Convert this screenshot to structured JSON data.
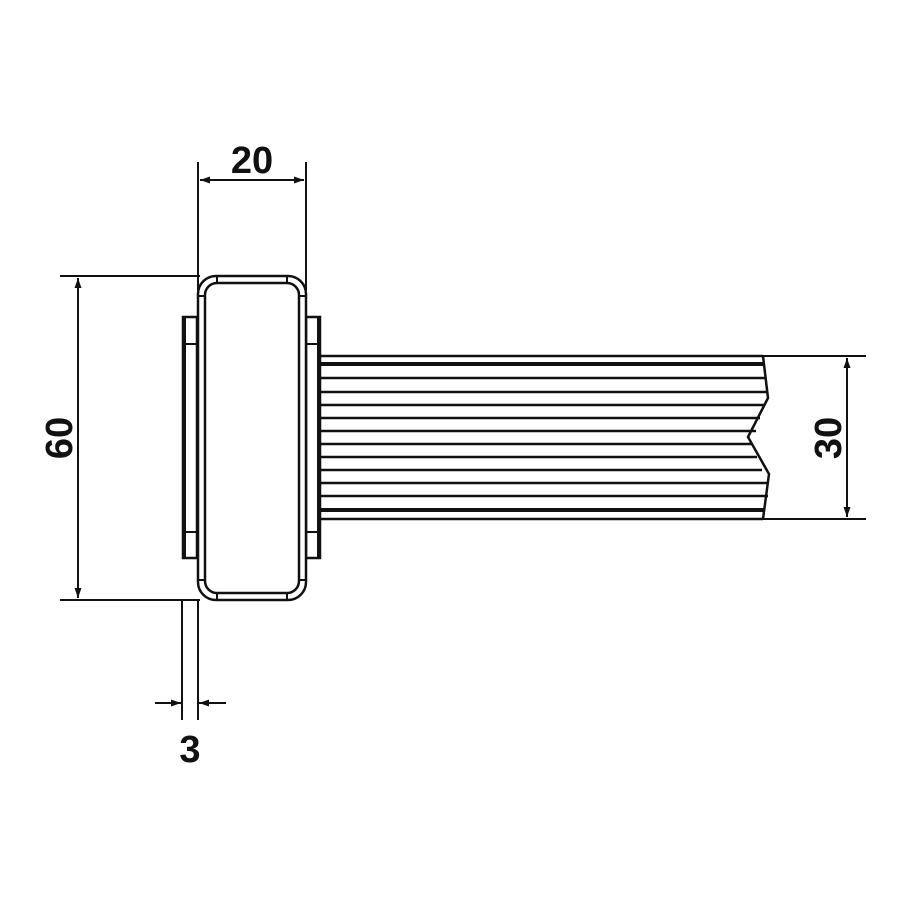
{
  "drawing": {
    "type": "technical-section-drawing",
    "colors": {
      "line": "#111111",
      "background": "#ffffff"
    },
    "dimensions": {
      "width_top": {
        "label": "20"
      },
      "height_left": {
        "label": "60"
      },
      "height_right": {
        "label": "30"
      },
      "thickness_bottom": {
        "label": "3"
      }
    },
    "parts": {
      "profile": "rounded-rectangular-tube",
      "mount_plate": "flat-plate",
      "flange": "rectangular-flange",
      "slat_bundle": {
        "stripe_count": 14,
        "break_line": "zigzag"
      }
    }
  }
}
